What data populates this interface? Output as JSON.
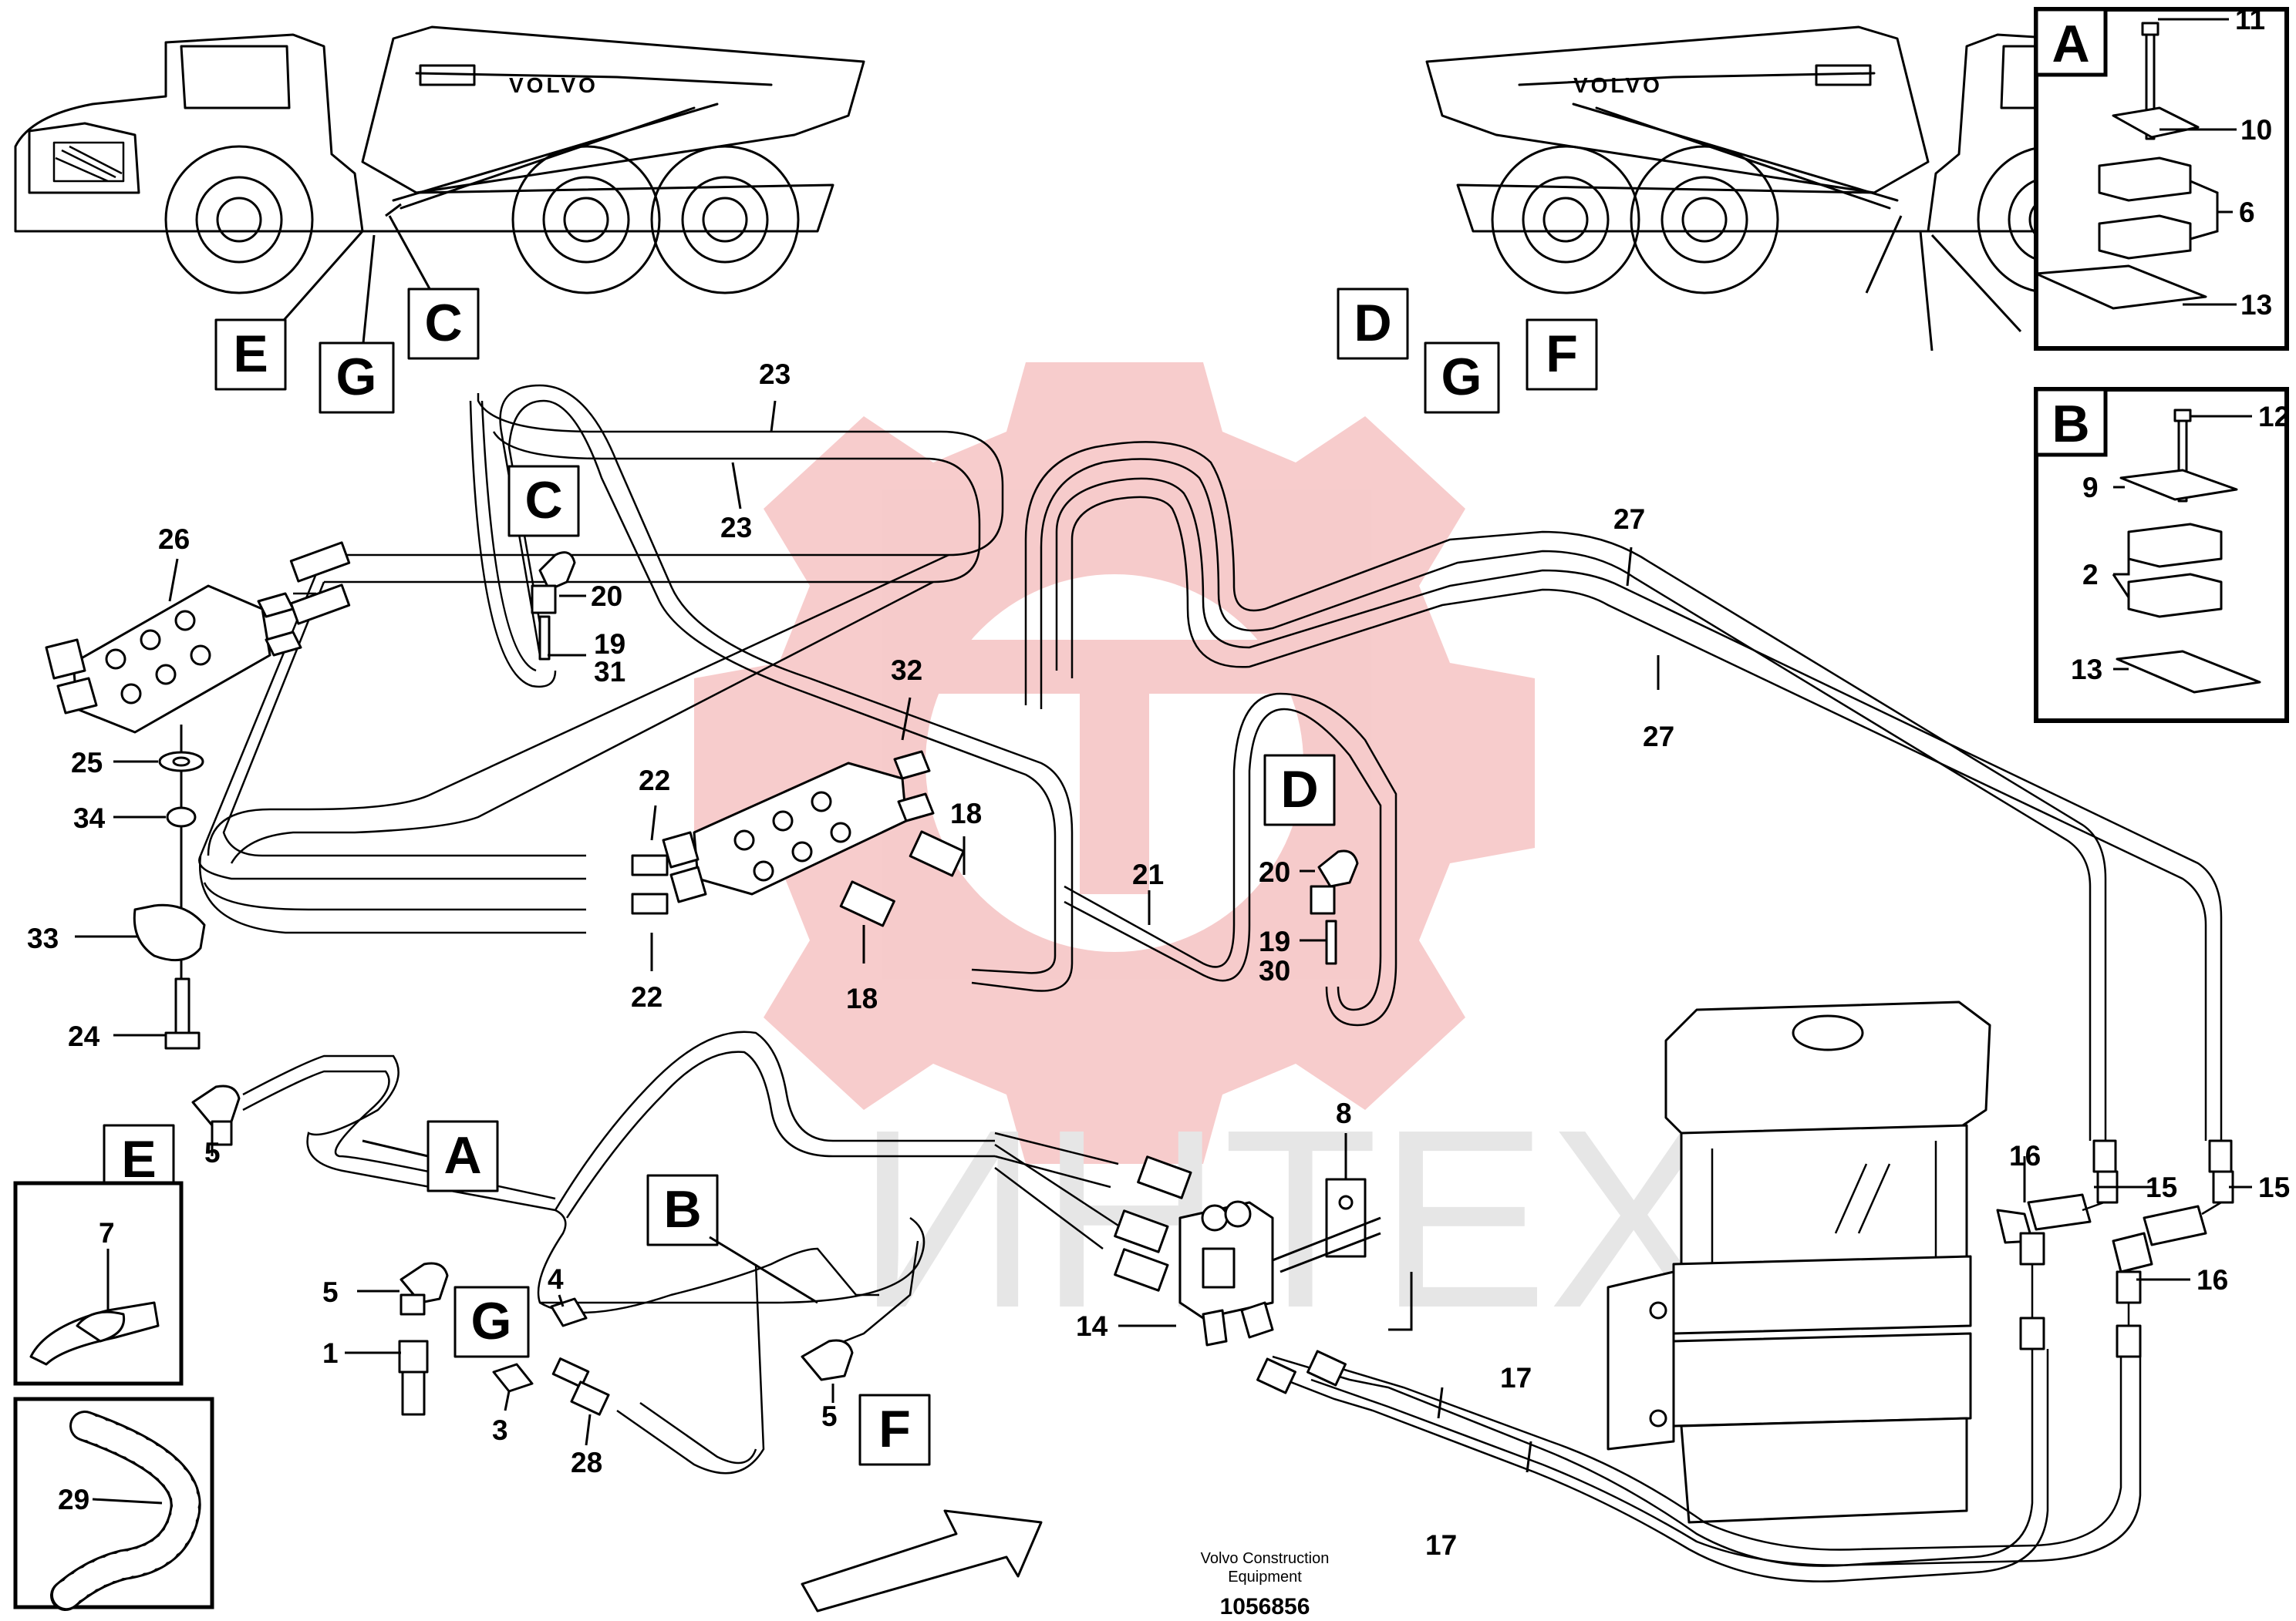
{
  "callouts": {
    "n23a": "23",
    "n23b": "23",
    "n26": "26",
    "n20a": "20",
    "n19a": "19",
    "n31": "31",
    "n32": "32",
    "n22a": "22",
    "n22b": "22",
    "n18a": "18",
    "n18b": "18",
    "n21": "21",
    "n25": "25",
    "n34": "34",
    "n33": "33",
    "n24": "24",
    "n20b": "20",
    "n19b": "19",
    "n30": "30",
    "n27a": "27",
    "n27b": "27",
    "n11": "11",
    "n10": "10",
    "n6": "6",
    "n13a": "13",
    "n12": "12",
    "n9": "9",
    "n2": "2",
    "n13b": "13",
    "n8": "8",
    "n16a": "16",
    "n15a": "15",
    "n15b": "15",
    "n16b": "16",
    "n14": "14",
    "n17a": "17",
    "n17b": "17",
    "n5a": "5",
    "n5b": "5",
    "n5c": "5",
    "n1": "1",
    "n4": "4",
    "n3": "3",
    "n28": "28",
    "n7": "7",
    "n29": "29"
  },
  "boxes": {
    "b_e_top": "E",
    "b_g_top_left": "G",
    "b_c_top": "C",
    "b_d_top": "D",
    "b_g_top_right": "G",
    "b_f_top": "F",
    "b_c_mid": "C",
    "b_d_mid": "D",
    "b_a_mid": "A",
    "b_b_mid": "B",
    "b_e_low": "E",
    "b_g_low": "G",
    "b_f_low": "F",
    "b_a_detail": "A",
    "b_b_detail": "B"
  },
  "truck_brand": "VOLVO",
  "footer": {
    "maker_line1": "Volvo Construction",
    "maker_line2": "Equipment",
    "drawing_number": "1056856"
  },
  "watermark": "ИНТЕХ",
  "colors": {
    "logo_watermark": "#f6c6c6",
    "text_watermark": "#e6e6e6"
  }
}
